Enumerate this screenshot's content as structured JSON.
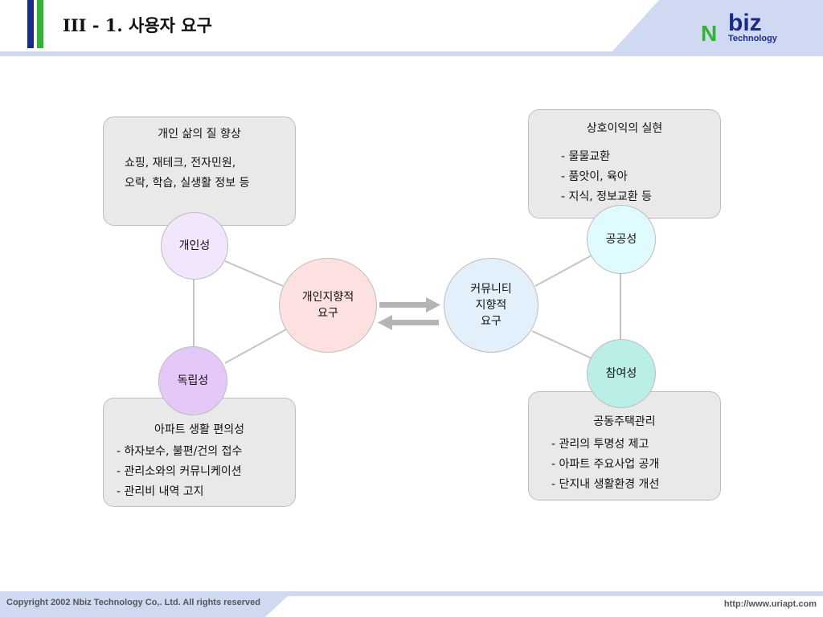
{
  "header": {
    "title": "III - 1. 사용자 요구",
    "logo_n": "N",
    "logo_biz": "biz",
    "logo_sub": "Technology"
  },
  "footer": {
    "copyright": "Copyright 2002 Nbiz Technology Co,. Ltd. All rights reserved",
    "url": "http://www.uriapt.com"
  },
  "boxes": {
    "life": {
      "title": "개인 삶의 질 향상",
      "lines": [
        "쇼핑, 재테크, 전자민원,",
        "오락, 학습, 실생활 정보 등"
      ]
    },
    "mutual": {
      "title": "상호이익의 실현",
      "lines": [
        "- 물물교환",
        "- 품앗이, 육아",
        "- 지식, 정보교환 등"
      ]
    },
    "apartment": {
      "title": "아파트 생활 편의성",
      "lines": [
        "- 하자보수, 불편/건의 접수",
        "- 관리소와의 커뮤니케이션",
        "- 관리비 내역 고지"
      ]
    },
    "housing": {
      "title": "공동주택관리",
      "lines": [
        "- 관리의 투명성 제고",
        "- 아파트 주요사업 공개",
        "- 단지내 생활환경 개선"
      ]
    }
  },
  "nodes": {
    "personal": "개인성",
    "independence": "독립성",
    "individual_center": "개인지향적\n요구",
    "community_center": "커뮤니티\n지향적\n요구",
    "public": "공공성",
    "participation": "참여성"
  },
  "colors": {
    "personal": "#f1e6fb",
    "independence": "#e3c8f8",
    "individual_center": "#fde1e1",
    "community_center": "#e2f0fb",
    "public": "#e0fbfd",
    "participation": "#b9efe6",
    "box_fill": "#e9e9e9",
    "header_band": "#cfdaf2"
  }
}
